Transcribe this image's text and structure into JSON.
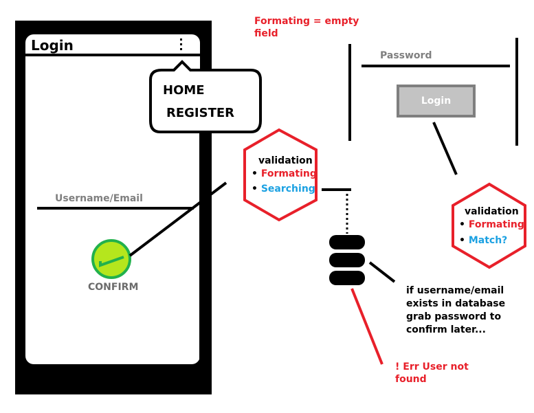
{
  "app": {
    "title": "Login",
    "menu_items": [
      "HOME",
      "REGISTER"
    ],
    "username_label": "Username/Email",
    "confirm_label": "CONFIRM"
  },
  "password_panel": {
    "password_label": "Password",
    "login_button": "Login"
  },
  "annotations": {
    "formatting_note_line1": "Formating = empty",
    "formatting_note_line2": "field",
    "validation_left": {
      "title": "validation",
      "items": [
        "Formating",
        "Searching"
      ]
    },
    "validation_right": {
      "title": "validation",
      "items": [
        "Formating",
        "Match?"
      ]
    },
    "db_note_lines": [
      "if username/email",
      "exists in database",
      "grab password to",
      "confirm later..."
    ],
    "error_note_lines": [
      "! Err User not",
      "found"
    ]
  },
  "colors": {
    "red": "#e8202a",
    "blue": "#1ba1e2",
    "gray_label": "#7f7f7f",
    "confirm_green": "#b5e61d",
    "confirm_green_dark": "#22b14c"
  },
  "icons": [
    "kebab-menu-icon",
    "checkmark-icon",
    "database-icon"
  ]
}
